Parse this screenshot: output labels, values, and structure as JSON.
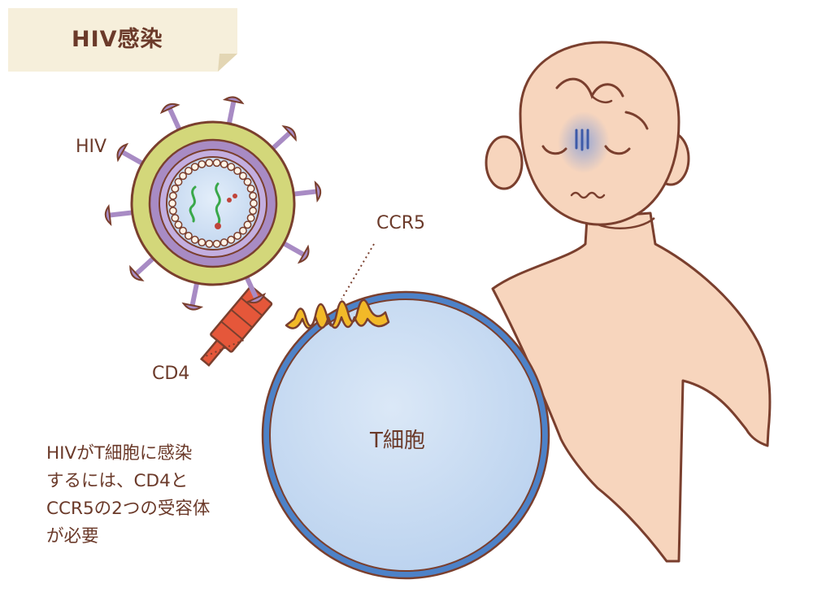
{
  "title": "HIV感染",
  "labels": {
    "hiv": "HIV",
    "ccr5": "CCR5",
    "cd4": "CD4",
    "t_cell": "T細胞"
  },
  "caption_lines": [
    "HIVがT細胞に感染",
    "するには、CD4と",
    "CCR5の2つの受容体",
    "が必要"
  ],
  "colors": {
    "text": "#6b3a2a",
    "title_bg": "#f6efdb",
    "virus_outer": "#d3d77a",
    "virus_spike": "#a88bc4",
    "virus_membrane": "#9b7cc0",
    "virus_core": "#cfe0f2",
    "rna": "#3aa84a",
    "cd4_receptor": "#e5573a",
    "ccr5_receptor": "#f2b928",
    "t_cell_fill": "#c9dcf3",
    "t_cell_border": "#4d82c8",
    "skin": "#f7d5bd",
    "outline": "#7a3f2e"
  },
  "icons": [
    "hiv-virus-icon",
    "t-cell-icon",
    "sick-person-icon"
  ]
}
